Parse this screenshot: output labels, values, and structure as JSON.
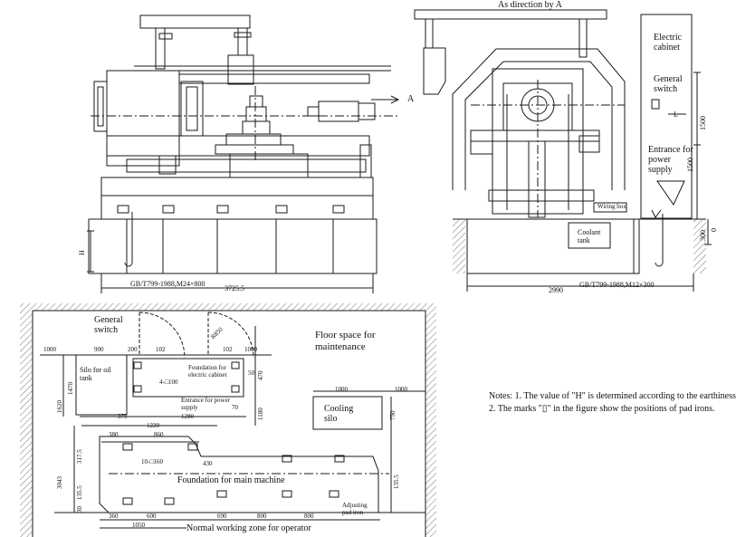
{
  "colors": {
    "line": "#1a1a1a",
    "hatch": "#555555",
    "paper": "#ffffff"
  },
  "side_view": {
    "title": "As direction by A",
    "labels": {
      "electric_cabinet": "Electric cabinet",
      "general_switch": "General switch",
      "entrance_power": "Entrance for power supply",
      "wiring_box": "Wiring box",
      "coolant_tank": "Coolant tank",
      "dim_L": "L",
      "dim_1500a": "1500",
      "dim_1500b": "1500",
      "dim_300": "300",
      "dim_0": "0"
    },
    "bottom_dims": {
      "d2990": "2990",
      "bolt": "GB/T799-1988,M12×300"
    }
  },
  "front_view": {
    "labels": {
      "arrow_A": "A",
      "dim_H": "H"
    },
    "bottom_dims": {
      "bolt": "GB/T799-1988,M24×800",
      "d3725": "3725.5"
    }
  },
  "plan_view": {
    "labels": {
      "general_switch": "General switch",
      "silo_oil_tank": "Silo for oil tank",
      "foundation_electric_cabinet": "Foundation for electric cabinet",
      "entrance_power": "Entrance for power supply",
      "floor_space": "Floor space for maintenance",
      "cooling_silo": "Cooling silo",
      "foundation_main": "Foundation for main machine",
      "adjusting_pad": "Adjusting pad iron",
      "normal_zone": "Normal working zone for operator",
      "cabinet_hole": "4-□100",
      "main_hole": "10-□160",
      "radius": "R850"
    },
    "dims": {
      "d1000a": "1000",
      "d900": "900",
      "d200": "200",
      "d102": "102",
      "d102b": "102",
      "d1000b": "1000",
      "d375": "375",
      "d1280": "1280",
      "d1220": "1220",
      "d380": "380",
      "d860": "860",
      "d430": "430",
      "d1470": "1470",
      "d1620": "1620",
      "d470": "470",
      "d50": "50",
      "d70": "70",
      "d1180": "1180",
      "c1000a": "1000",
      "c1000b": "1000",
      "c750": "750",
      "d360": "360",
      "d600": "600",
      "d690": "690",
      "d800a": "800",
      "d800b": "800",
      "d1050": "1050",
      "v317": "317.5",
      "v3043": "3043",
      "v135": "135.5",
      "v135b": "135.5",
      "v30": "30"
    }
  },
  "notes": {
    "line1": "Notes: 1. The value of \"H\" is determined according to the earthiness.",
    "line2": "2. The marks \"▯\" in the figure show the positions of pad irons."
  }
}
